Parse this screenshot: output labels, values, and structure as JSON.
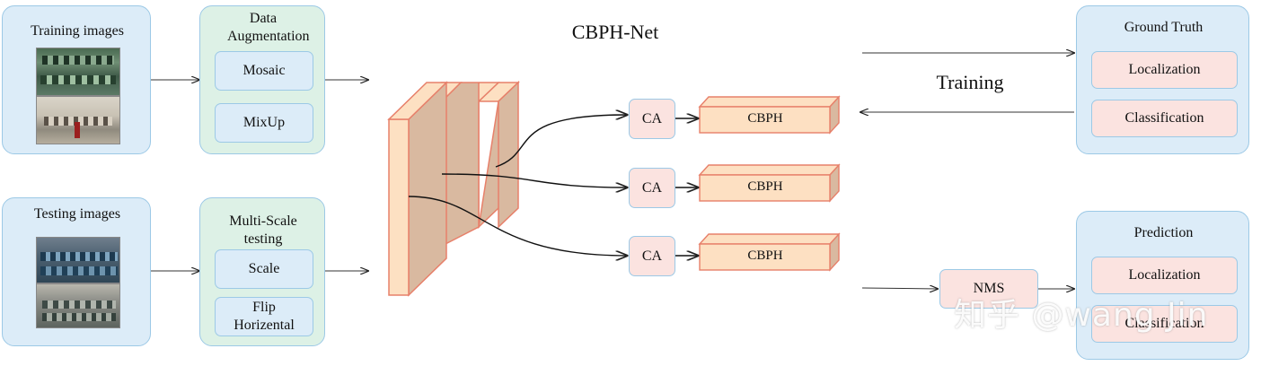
{
  "left": {
    "training_title": "Training images",
    "testing_title": "Testing images"
  },
  "augment": {
    "title": "Data Augmentation",
    "items": [
      "Mosaic",
      "MixUp"
    ]
  },
  "testing": {
    "title": "Multi-Scale testing",
    "items": [
      "Scale",
      "Flip Horizental"
    ]
  },
  "network": {
    "title": "CBPH-Net",
    "ca_labels": [
      "CA",
      "CA",
      "CA"
    ],
    "head_labels": [
      "CBPH",
      "CBPH",
      "CBPH"
    ]
  },
  "training_label": "Training",
  "ground_truth": {
    "title": "Ground Truth",
    "items": [
      "Localization",
      "Classification"
    ]
  },
  "nms_label": "NMS",
  "prediction": {
    "title": "Prediction",
    "items": [
      "Localization",
      "Classification"
    ]
  },
  "watermark": "知乎 @wang Jin",
  "colors": {
    "panel_blue": "#dcecf8",
    "panel_green": "#ddf1e6",
    "border": "#9cc9e6",
    "label_pink": "#fbe3e0",
    "feature_face": "#fde0c2",
    "feature_side": "#d9b9a0",
    "feature_edge": "#e7806a"
  }
}
